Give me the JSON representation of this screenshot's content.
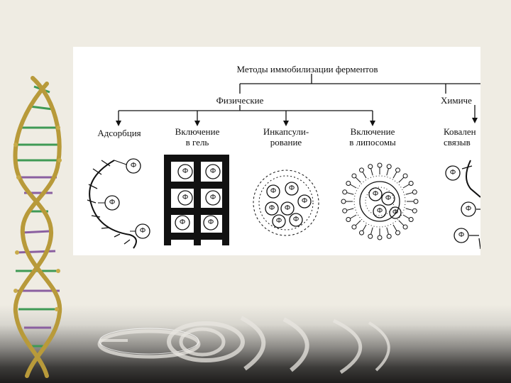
{
  "diagram": {
    "title": "Методы иммобилизации ферментов",
    "physical_label": "Физические",
    "chemical_label": "Химиче",
    "methods": [
      {
        "line1": "Адсорбция",
        "line2": ""
      },
      {
        "line1": "Включение",
        "line2": "в гель"
      },
      {
        "line1": "Инкапсули-",
        "line2": "рование"
      },
      {
        "line1": "Включение",
        "line2": "в липосомы"
      },
      {
        "line1": "Ковален",
        "line2": "связыв"
      }
    ],
    "enzyme_symbol": "Ф"
  },
  "colors": {
    "background": "#efece3",
    "helix_gold": "#b89a3a",
    "helix_green": "#3f9a55",
    "helix_purple": "#8a5fa0"
  },
  "icons": {
    "decoration_left": "dna-helix-icon",
    "decoration_bottom": "concentric-rings-icon"
  }
}
